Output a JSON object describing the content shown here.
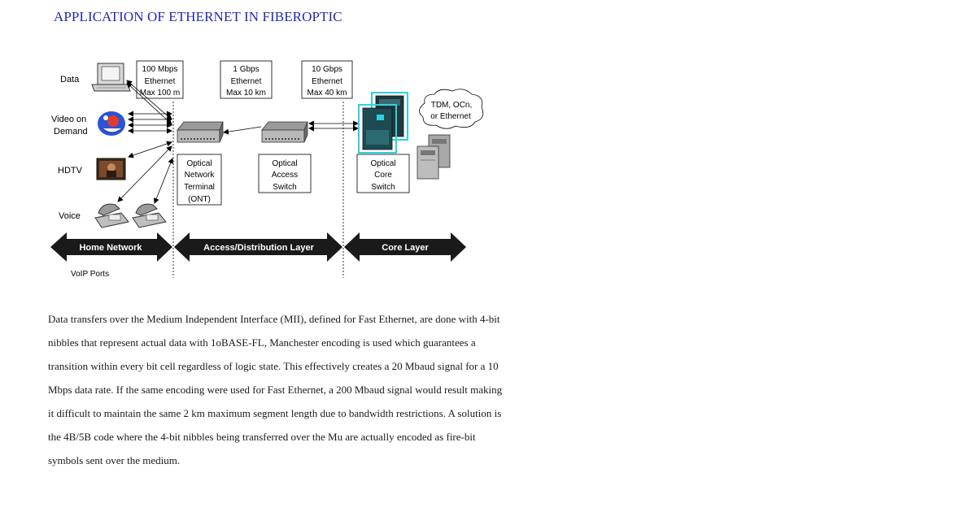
{
  "title": "APPLICATION OF ETHERNET IN FIBEROPTIC",
  "diagram": {
    "endpoints": [
      {
        "id": "data",
        "label": "Data"
      },
      {
        "id": "vod",
        "label_line1": "Video on",
        "label_line2": "Demand"
      },
      {
        "id": "hdtv",
        "label": "HDTV"
      },
      {
        "id": "voice",
        "label": "Voice"
      }
    ],
    "link_boxes": [
      {
        "line1": "100 Mbps",
        "line2": "Ethernet",
        "line3": "Max 100 m"
      },
      {
        "line1": "1 Gbps",
        "line2": "Ethernet",
        "line3": "Max 10 km"
      },
      {
        "line1": "10 Gbps",
        "line2": "Ethernet",
        "line3": "Max 40 km"
      }
    ],
    "device_boxes": [
      {
        "line1": "Optical",
        "line2": "Network",
        "line3": "Terminal",
        "line4": "(ONT)"
      },
      {
        "line1": "Optical",
        "line2": "Access",
        "line3": "Switch"
      },
      {
        "line1": "Optical",
        "line2": "Core",
        "line3": "Switch"
      }
    ],
    "cloud": {
      "line1": "TDM, OCn,",
      "line2": "or Ethernet"
    },
    "layers": [
      "Home Network",
      "Access/Distribution Layer",
      "Core Layer"
    ],
    "footnote": "VoIP Ports"
  },
  "paragraph": [
    "Data transfers over the Medium Independent Interface (MII), defined for Fast Ethernet, are done with 4-bit",
    "nibbles that represent actual data with 1oBASE-FL, Manchester encoding is used which guarantees a",
    "transition within every bit cell regardless of logic state. This effectively creates a 20 Mbaud signal for a 10",
    "Mbps data rate. If the same encoding were used for Fast Ethernet, a 200 Mbaud signal would result making",
    "it difficult to maintain the same 2 km maximum segment length due to bandwidth restrictions. A solution is",
    "the 4B/5B code where the 4-bit nibbles being transferred over the Mu are actually encoded as fire-bit",
    "symbols sent over the medium."
  ],
  "colors": {
    "title": "#1f2ab8",
    "layer_band": "#1a1a1a",
    "cyan_highlight": "#2fd0e0"
  }
}
